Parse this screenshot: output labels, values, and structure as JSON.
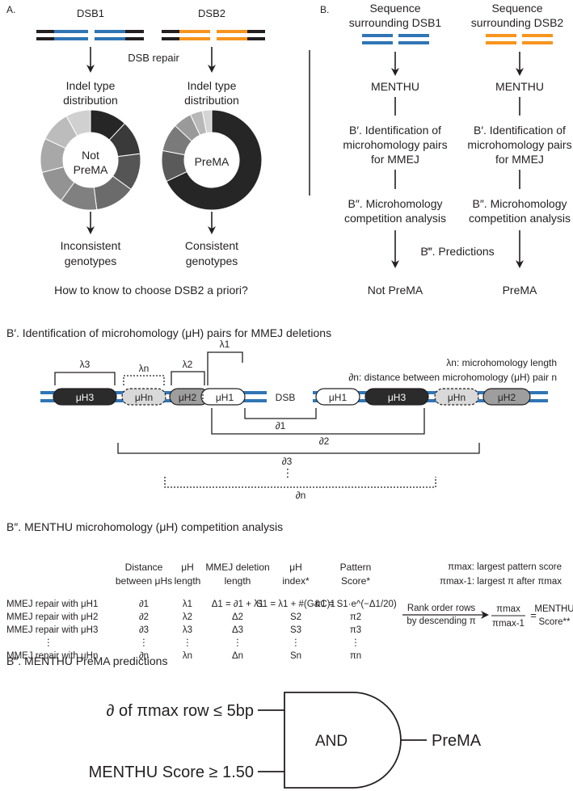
{
  "colors": {
    "blue": "#2f75b5",
    "orange": "#f7941d",
    "dark": "#231f20",
    "uh_dark": "#2b2b2b",
    "uh_grey": "#9e9e9e",
    "uh_light": "#d9d9d9"
  },
  "panelA": {
    "label": "A.",
    "dsb1": "DSB1",
    "dsb2": "DSB2",
    "repair": "DSB repair",
    "indel_line1": "Indel type",
    "indel_line2": "distribution",
    "donut1_line1": "Not",
    "donut1_line2": "PreMA",
    "donut2": "PreMA",
    "outcome1_line1": "Inconsistent",
    "outcome1_line2": "genotypes",
    "outcome2_line1": "Consistent",
    "outcome2_line2": "genotypes",
    "question": "How to know to choose DSB2 a priori?"
  },
  "panelB": {
    "label": "B.",
    "seq1_line1": "Sequence",
    "seq1_line2": "surrounding DSB1",
    "seq2_line1": "Sequence",
    "seq2_line2": "surrounding DSB2",
    "menthu": "MENTHU",
    "ident_line1": "B′. Identification of",
    "ident_line2": "microhomology pairs",
    "ident_line3": "for MMEJ",
    "comp_line1": "B″. Microhomology",
    "comp_line2": "competition analysis",
    "predictions": "B‴. Predictions",
    "result1": "Not PreMA",
    "result2": "PreMA"
  },
  "sectionB1": {
    "title": "B′. Identification of microhomology (μH) pairs for MMEJ deletions",
    "legend1": "λn: microhomology length",
    "legend2": "∂n: distance between microhomology (μH) pair n",
    "dsb": "DSB",
    "uh3": "μH3",
    "uhn": "μHn",
    "uh2": "μH2",
    "uh1": "μH1",
    "lambda3": "λ3",
    "lambdan": "λn",
    "lambda2": "λ2",
    "lambda1": "λ1",
    "d1": "∂1",
    "d2": "∂2",
    "d3": "∂3",
    "dn": "∂n",
    "vdots": "⋮"
  },
  "sectionB2": {
    "title": "B″. MENTHU microhomology (μH) competition analysis",
    "headers": [
      [
        "Distance",
        "between μHs"
      ],
      [
        "μH",
        "length"
      ],
      [
        "MMEJ deletion",
        "length"
      ],
      [
        "μH",
        "index*"
      ],
      [
        "Pattern",
        "Score*"
      ]
    ],
    "rows": [
      [
        "MMEJ repair with μH1",
        "∂1",
        "λ1",
        "Δ1 = ∂1 + λ1",
        "S1 = λ1 + #(G&C)1",
        "π1 = S1·e^(−Δ1/20)"
      ],
      [
        "MMEJ repair with μH2",
        "∂2",
        "λ2",
        "Δ2",
        "S2",
        "π2"
      ],
      [
        "MMEJ repair with μH3",
        "∂3",
        "λ3",
        "Δ3",
        "S3",
        "π3"
      ],
      [
        "⋮",
        "⋮",
        "⋮",
        "⋮",
        "⋮",
        "⋮"
      ],
      [
        "MMEJ repair with μHn",
        "∂n",
        "λn",
        "Δn",
        "Sn",
        "πn"
      ]
    ],
    "def1": "πmax: largest pattern score",
    "def2": "πmax-1: largest π after πmax",
    "rank_line1": "Rank order rows",
    "rank_line2": "by descending π",
    "num": "πmax",
    "den": "πmax-1",
    "eq": "=",
    "score_line1": "MENTHU",
    "score_line2": "Score**"
  },
  "sectionB3": {
    "title": "B‴. MENTHU PreMA predictions",
    "input1": "∂ of πmax row ≤ 5bp",
    "input2": "MENTHU Score ≥ 1.50",
    "gate": "AND",
    "output": "PreMA"
  }
}
